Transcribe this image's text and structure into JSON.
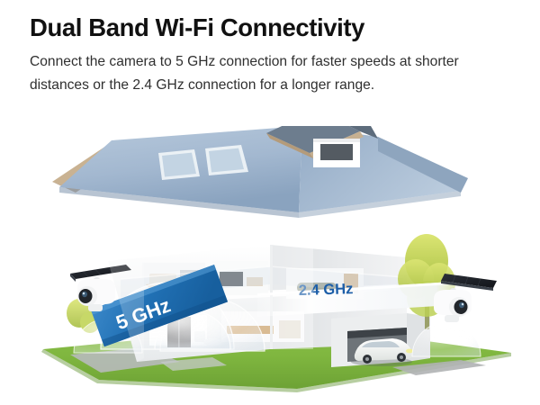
{
  "headline": "Dual Band Wi-Fi Connectivity",
  "body": "Connect the camera to 5 GHz connection for faster speeds at shorter distances or the 2.4 GHz connection for a longer range.",
  "illustration": {
    "alt": "Two-storey house cutaway with Wi-Fi coverage domes and two solar security cameras",
    "badges": {
      "band_5ghz": "5 GHz",
      "band_24ghz": "2.4 GHz"
    },
    "colors": {
      "ribbon_blue": "#2171b5",
      "ribbon_blue_dark": "#1b5f9c",
      "label_blue": "#1c5ea8",
      "roof_blue": "#9fb6cf",
      "roof_blue_dark": "#7e99b8",
      "dormer_slate": "#6b7b8c",
      "grass_green": "#7cb342",
      "grass_green_dark": "#6aa038",
      "wall_white": "#f4f5f6",
      "path_grey": "#b9bcbd",
      "floor_wood": "#e8b98d",
      "tree_green": "#c9d65c",
      "camera_white": "#fbfbfc",
      "solar_panel": "#1d1f25"
    }
  }
}
